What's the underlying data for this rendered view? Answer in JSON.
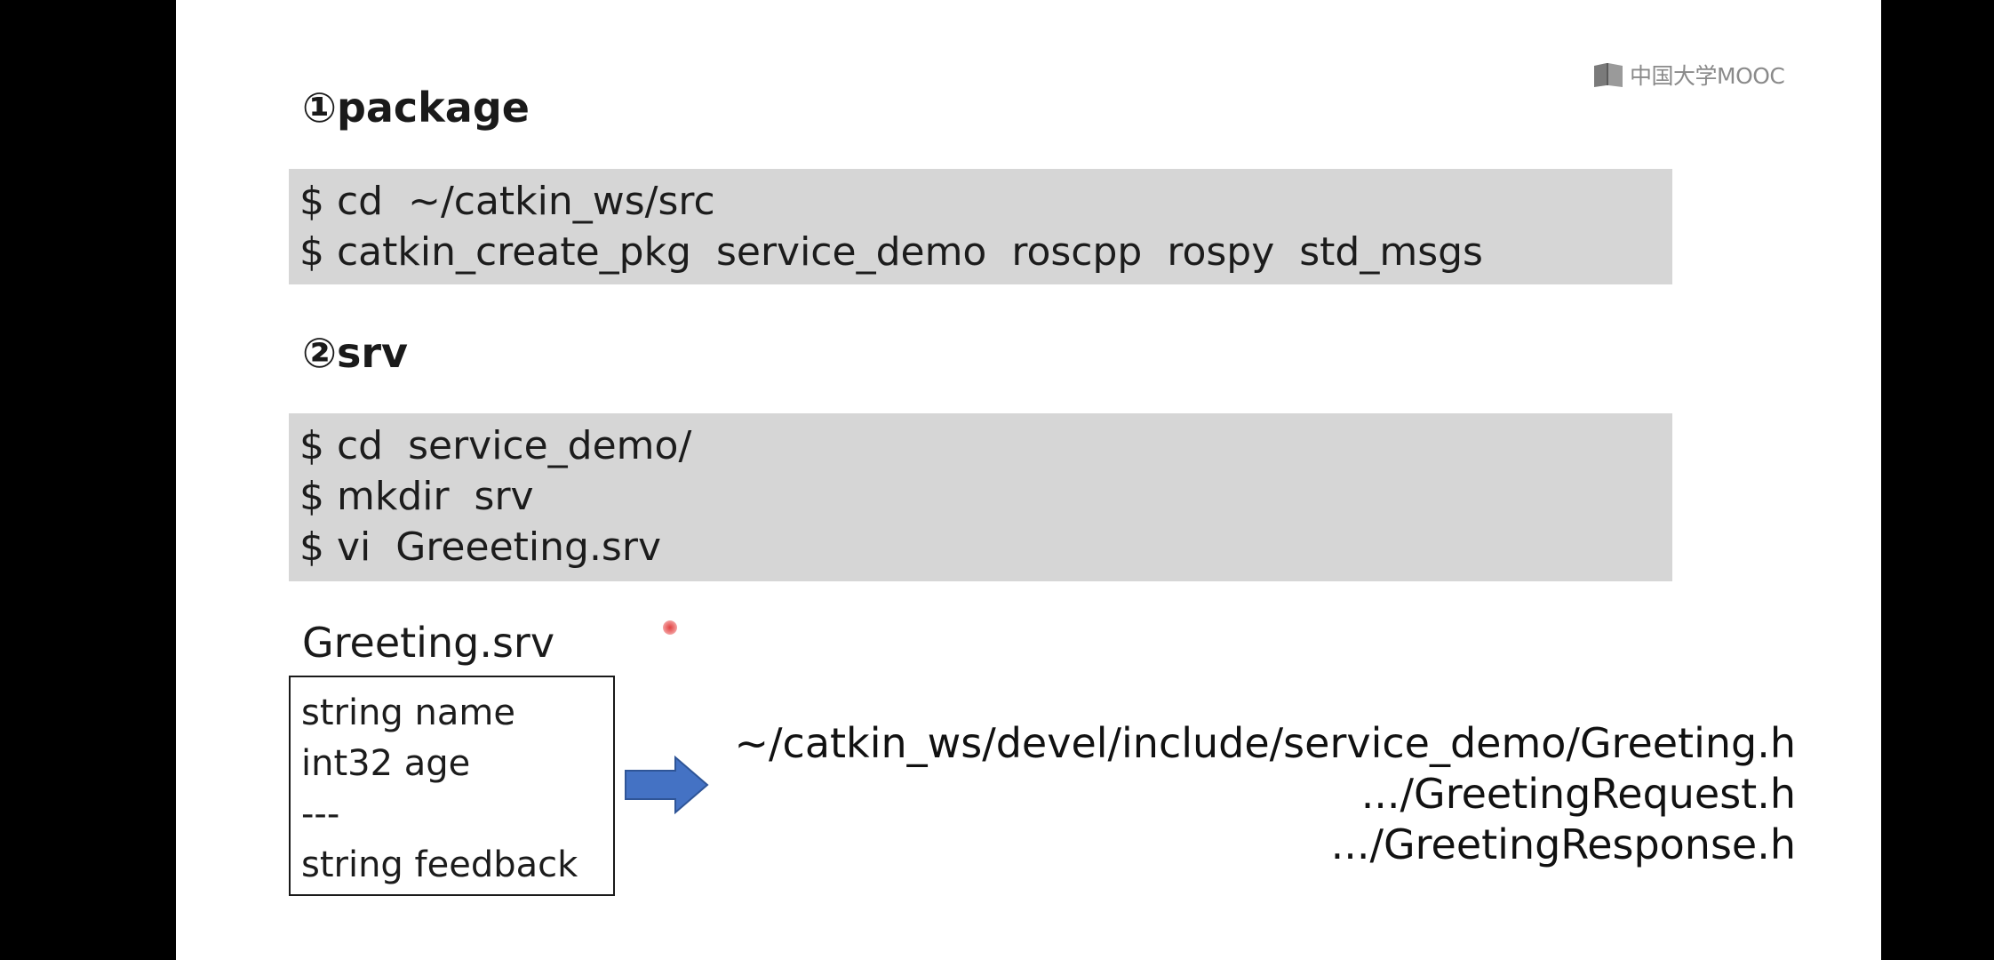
{
  "watermark": {
    "text": "中国大学MOOC",
    "icon": "book-logo-icon"
  },
  "sections": {
    "package": {
      "heading": "①package",
      "commands": [
        "$ cd  ~/catkin_ws/src",
        "$ catkin_create_pkg  service_demo  roscpp  rospy  std_msgs"
      ]
    },
    "srv": {
      "heading": "②srv",
      "commands": [
        "$ cd  service_demo/",
        "$ mkdir  srv",
        "$ vi  Greeeting.srv"
      ]
    },
    "greeting": {
      "heading": "Greeting.srv",
      "fields": [
        "string name",
        "int32 age",
        "---",
        "string feedback"
      ],
      "arrow_icon": "right-arrow-icon",
      "generated_files": [
        "~/catkin_ws/devel/include/service_demo/Greeting.h",
        ".../GreetingRequest.h",
        ".../GreetingResponse.h"
      ]
    }
  },
  "colors": {
    "code_background": "#d6d6d6",
    "arrow_fill": "#4472c4",
    "cursor": "#e04040"
  }
}
